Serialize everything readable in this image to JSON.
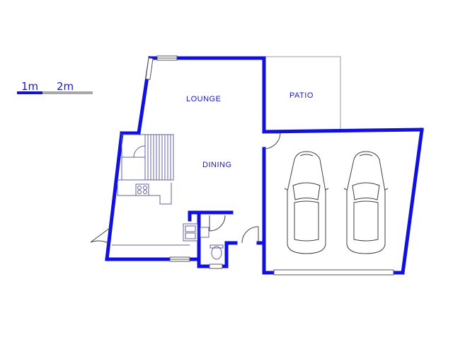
{
  "scale_bar": {
    "label_1": "1m",
    "label_2": "2m",
    "color_primary": "#1010e0",
    "color_secondary": "#a8a8a8"
  },
  "rooms": {
    "lounge": "LOUNGE",
    "patio": "PATIO",
    "dining": "DINING"
  },
  "colors": {
    "wall": "#1010e0",
    "label": "#1818c8"
  }
}
